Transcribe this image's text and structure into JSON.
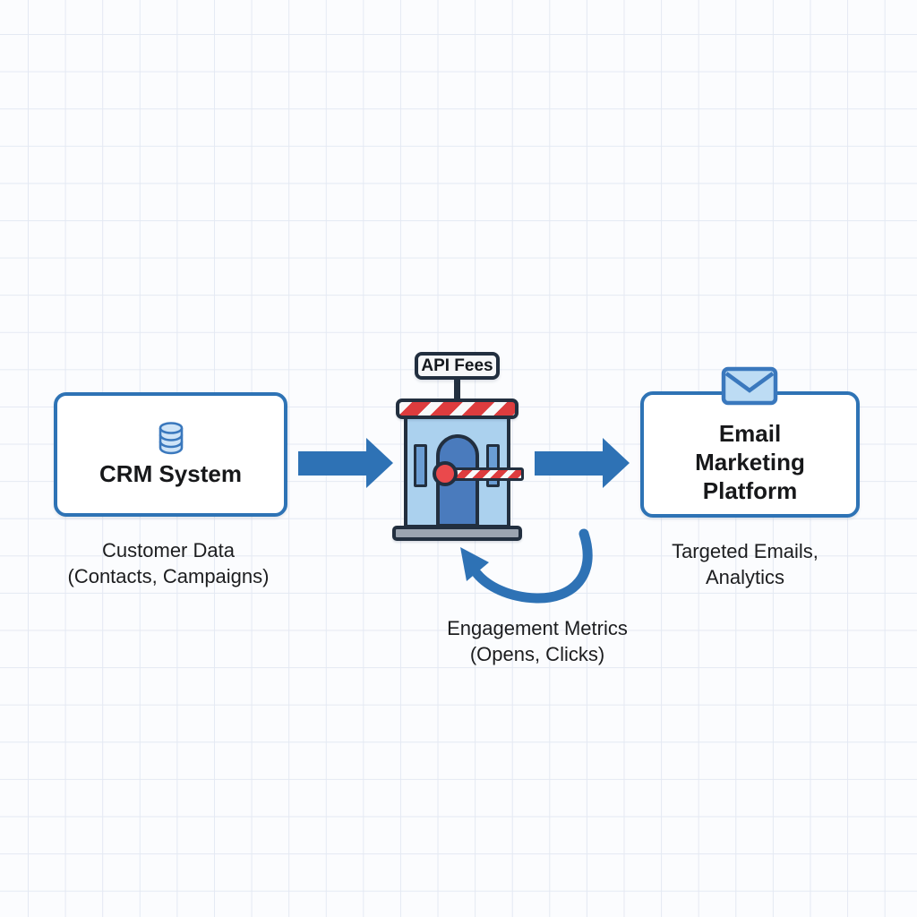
{
  "colors": {
    "background": "#fbfcfe",
    "grid_line": "#e4e9f3",
    "arrow_blue": "#2e72b5",
    "box_border_blue": "#2e73b5",
    "booth_outline_navy": "#222f3f",
    "booth_body_blue": "#abd1ee",
    "booth_door_blue": "#4a7bbd",
    "booth_window_blue": "#6a9dd4",
    "stripe_red": "#dd3c3e",
    "barrier_knob_red": "#ea494c",
    "base_gray": "#9ba4b0",
    "icon_fill_blue": "#cfe4f7",
    "icon_stroke_blue": "#3a78bd",
    "text_dark": "#17181a"
  },
  "crm_box": {
    "title": "CRM System",
    "icon": "database-icon"
  },
  "crm_caption": {
    "line1": "Customer Data",
    "line2": "(Contacts, Campaigns)"
  },
  "toll_booth": {
    "sign_label": "API Fees",
    "icon": "toll-booth-icon"
  },
  "email_box": {
    "title_line1": "Email",
    "title_line2": "Marketing",
    "title_line3": "Platform",
    "icon": "envelope-icon"
  },
  "email_caption": {
    "line1": "Targeted Emails,",
    "line2": "Analytics"
  },
  "feedback_arrow_caption": {
    "line1": "Engagement Metrics",
    "line2": "(Opens, Clicks)"
  }
}
